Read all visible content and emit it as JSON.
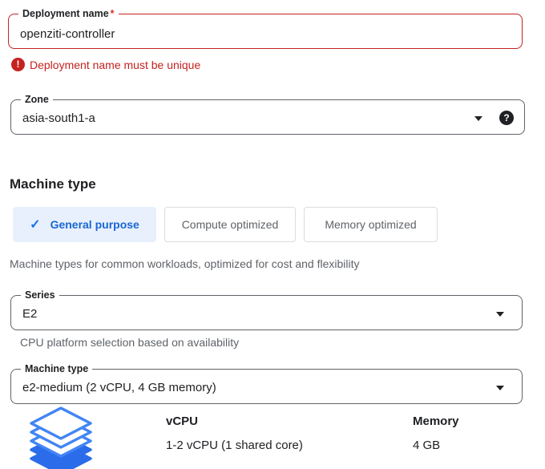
{
  "deployment_name_field": {
    "label": "Deployment name",
    "required_marker": "*",
    "value": "openziti-controller",
    "error_message": "Deployment name must be unique"
  },
  "zone_field": {
    "label": "Zone",
    "value": "asia-south1-a"
  },
  "machine_type_section": {
    "heading": "Machine type",
    "tabs": [
      {
        "label": "General purpose",
        "selected": true
      },
      {
        "label": "Compute optimized",
        "selected": false
      },
      {
        "label": "Memory optimized",
        "selected": false
      }
    ],
    "description": "Machine types for common workloads, optimized for cost and flexibility"
  },
  "series_field": {
    "label": "Series",
    "value": "E2",
    "helper": "CPU platform selection based on availability"
  },
  "machine_type_field": {
    "label": "Machine type",
    "value": "e2-medium (2 vCPU, 4 GB memory)"
  },
  "machine_summary": {
    "vcpu_header": "vCPU",
    "vcpu_value": "1-2 vCPU (1 shared core)",
    "memory_header": "Memory",
    "memory_value": "4 GB"
  },
  "icons": {
    "error_glyph": "!",
    "help_glyph": "?",
    "check_glyph": "✓",
    "stack_icon_name": "layers-stack-icon"
  },
  "colors": {
    "error_red": "#c5221f",
    "accent_blue": "#1a73e8",
    "selected_tab_bg": "#e8f0fe",
    "selected_tab_text": "#1967d2",
    "gray_text": "#5f6368",
    "dark_text": "#202124",
    "field_border": "#5f6368",
    "tab_border": "#dadce0"
  }
}
